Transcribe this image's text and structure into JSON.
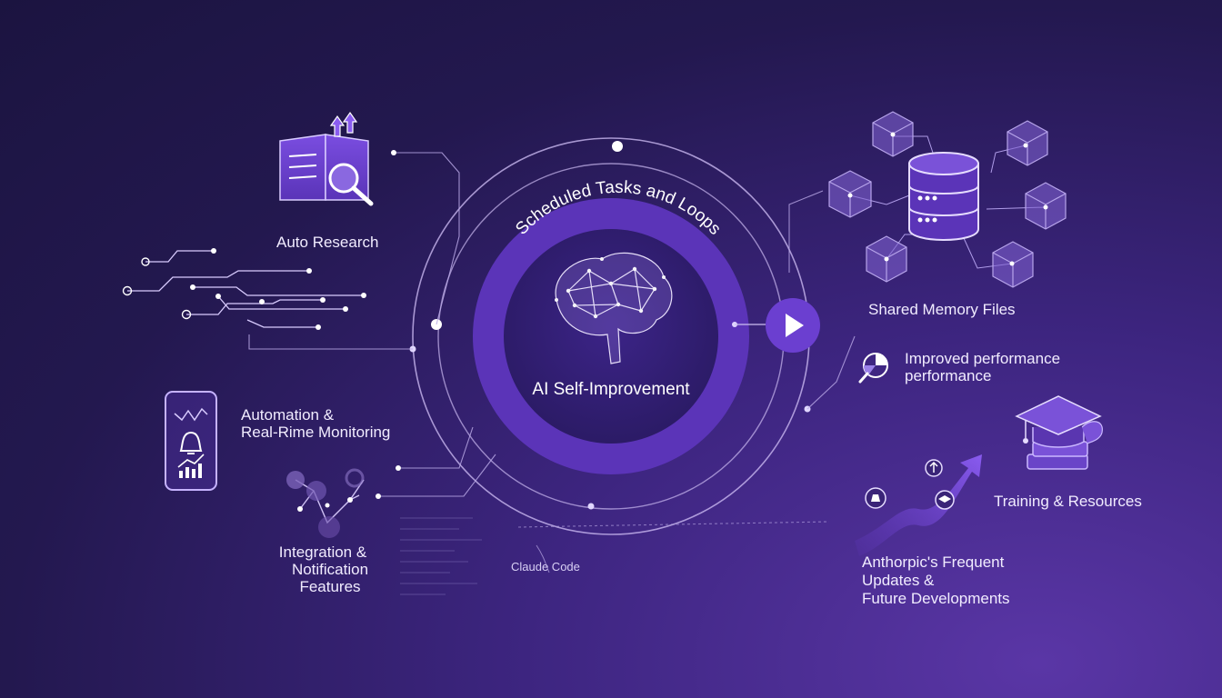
{
  "diagram": {
    "ring_title": "Scheduled Tasks and Loops",
    "center_label": "AI Self-Improvement",
    "nodes": {
      "auto_research": "Auto Research",
      "automation_line1": "Automation &",
      "automation_line2": "Real-Rime Monitoring",
      "integration_line1": "Integration &",
      "integration_line2": "Notification",
      "integration_line3": "Features",
      "claude_code": "Claude Code",
      "shared_memory": "Shared Memory Files",
      "improved_line1": "Improved performance",
      "improved_line2": "performance",
      "training": "Training & Resources",
      "anthropic_line1": "Anthorpic's Frequent",
      "anthropic_line2": "Updates &",
      "anthropic_line3": "Future Developments"
    }
  },
  "colors": {
    "accent": "#6b3fd0",
    "ring": "#5b34b8",
    "line": "#b9a8e6"
  },
  "icons": [
    "book-search-icon",
    "circuit-lines-icon",
    "phone-monitor-icon",
    "network-nodes-icon",
    "database-icon",
    "cube-icon",
    "play-icon",
    "magnifier-chart-icon",
    "graduation-cap-icon",
    "growth-arrow-icon",
    "brain-icon"
  ]
}
